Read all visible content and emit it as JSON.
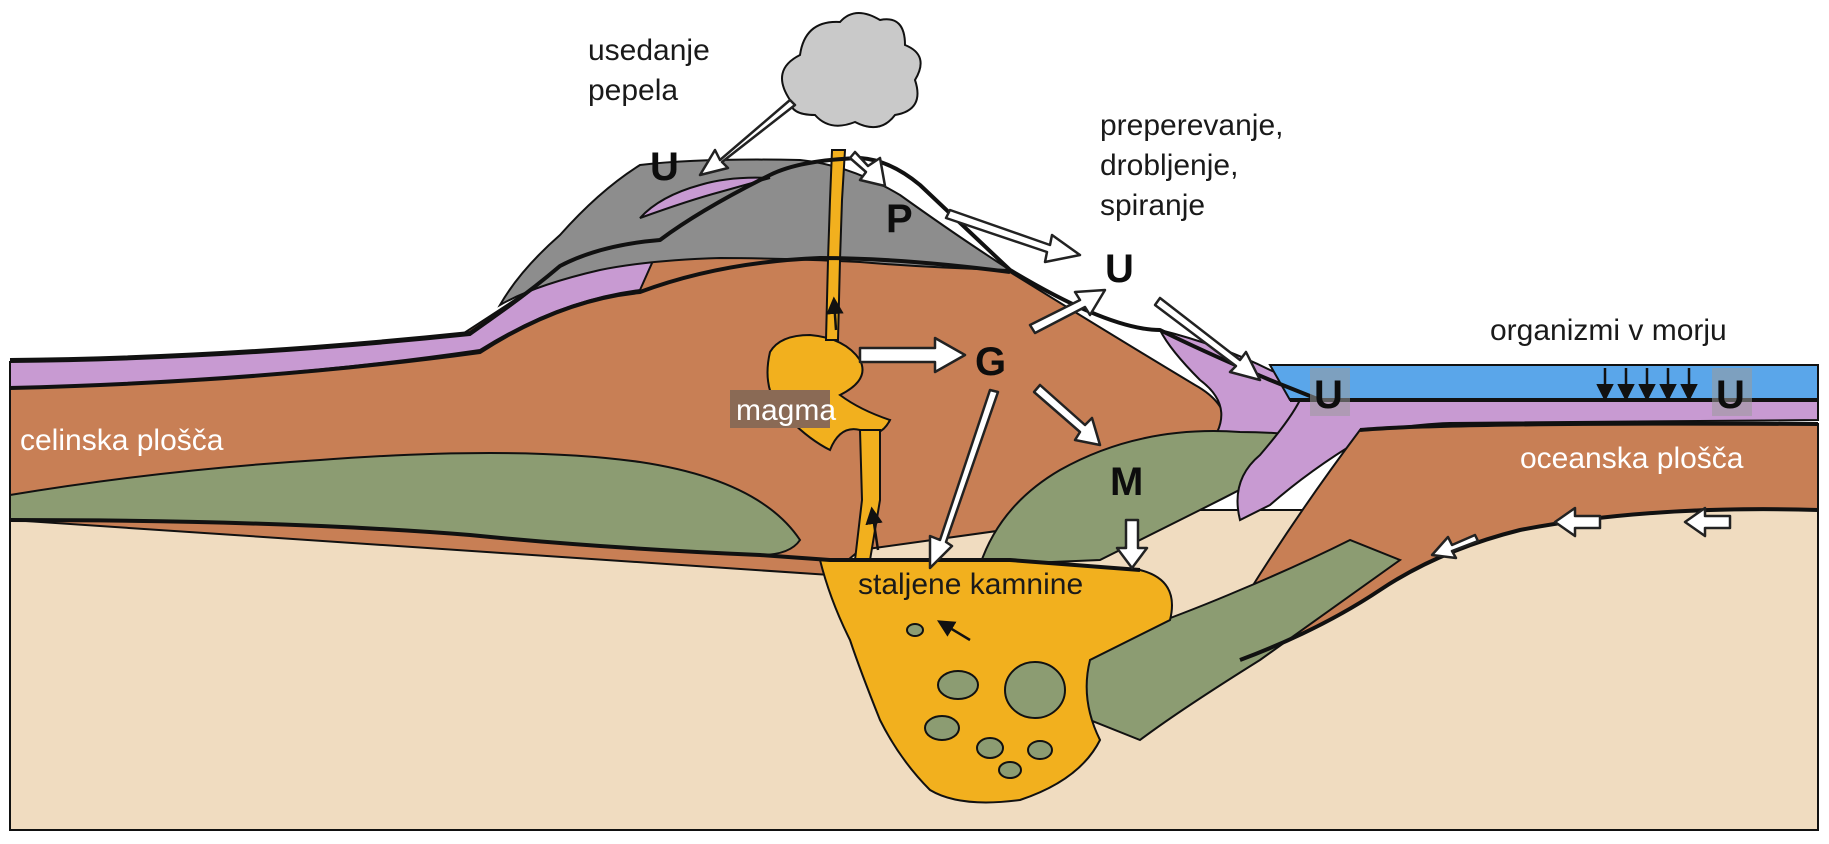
{
  "colors": {
    "background": "#ffffff",
    "mantle": "#f0dcc0",
    "crust": "#c87f55",
    "sediment": "#c89ad2",
    "basalt": "#8c9c72",
    "volcano_rock": "#8d8d8d",
    "magma": "#f2b01e",
    "sea": "#5aa6ea",
    "ash_cloud": "#c9c9c9",
    "label_box": "#8a6a55"
  },
  "labels": {
    "ash_settling": [
      "usedanje",
      "pepela"
    ],
    "weathering": [
      "preperevanje,",
      "drobljenje,",
      "spiranje"
    ],
    "sea_organisms": "organizmi v morju",
    "continental_plate": "celinska plošča",
    "oceanic_plate": "oceanska plošča",
    "magma": "magma",
    "molten_rocks": "staljene kamnine"
  },
  "rock_codes": {
    "sedimentary": "U",
    "pyroclastic": "P",
    "igneous": "G",
    "metamorphic": "M"
  }
}
